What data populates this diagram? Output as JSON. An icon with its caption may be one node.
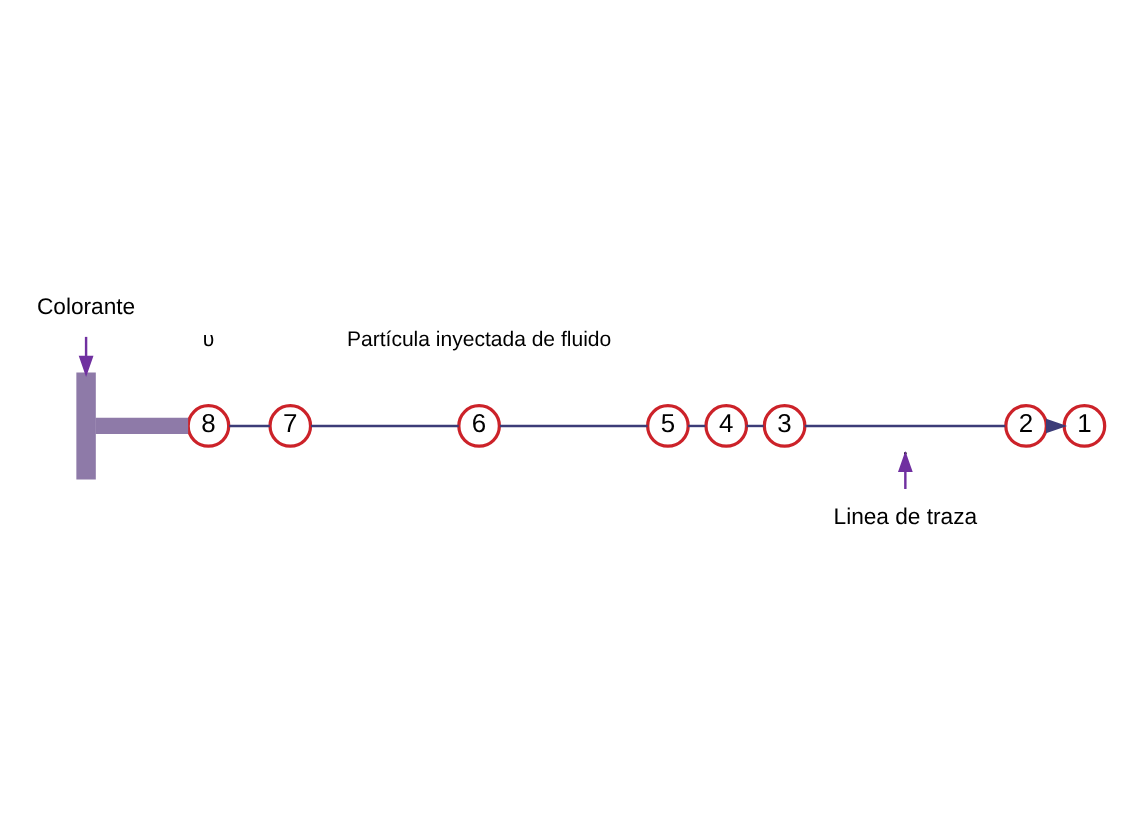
{
  "diagram": {
    "nodes": [
      {
        "text": [
          "Colorante"
        ]
      },
      {
        "text": [],
        "shape": "bar"
      },
      {
        "text": [
          "8"
        ]
      },
      {
        "text": [
          "7"
        ]
      },
      {
        "text": [
          "6"
        ]
      },
      {
        "text": [
          "5"
        ]
      },
      {
        "text": [
          "4"
        ]
      },
      {
        "text": [
          "3"
        ]
      },
      {
        "text": [
          "2"
        ]
      },
      {
        "text": [
          "1"
        ]
      },
      {
        "text": [
          "Linea de traza"
        ]
      }
    ],
    "edges": [
      {
        "from": 0,
        "to": 1,
        "arrow": "to",
        "color": "#7030a0"
      },
      {
        "from": 1,
        "to": 2,
        "arrow": "none",
        "style": "thick",
        "color": "#8e7aa8"
      },
      {
        "from": 2,
        "to": 3,
        "arrow": "none"
      },
      {
        "from": 3,
        "to": 4,
        "arrow": "none"
      },
      {
        "from": 4,
        "to": 5,
        "arrow": "none"
      },
      {
        "from": 5,
        "to": 6,
        "arrow": "none"
      },
      {
        "from": 6,
        "to": 7,
        "arrow": "none"
      },
      {
        "from": 7,
        "to": 8,
        "arrow": "none"
      },
      {
        "from": 8,
        "to": 9,
        "arrow": "to"
      },
      {
        "from": 10,
        "to": null,
        "arrow": "to",
        "color": "#7030a0"
      }
    ],
    "labels": [
      "Partícula inyectada de fluido",
      "υ"
    ]
  }
}
